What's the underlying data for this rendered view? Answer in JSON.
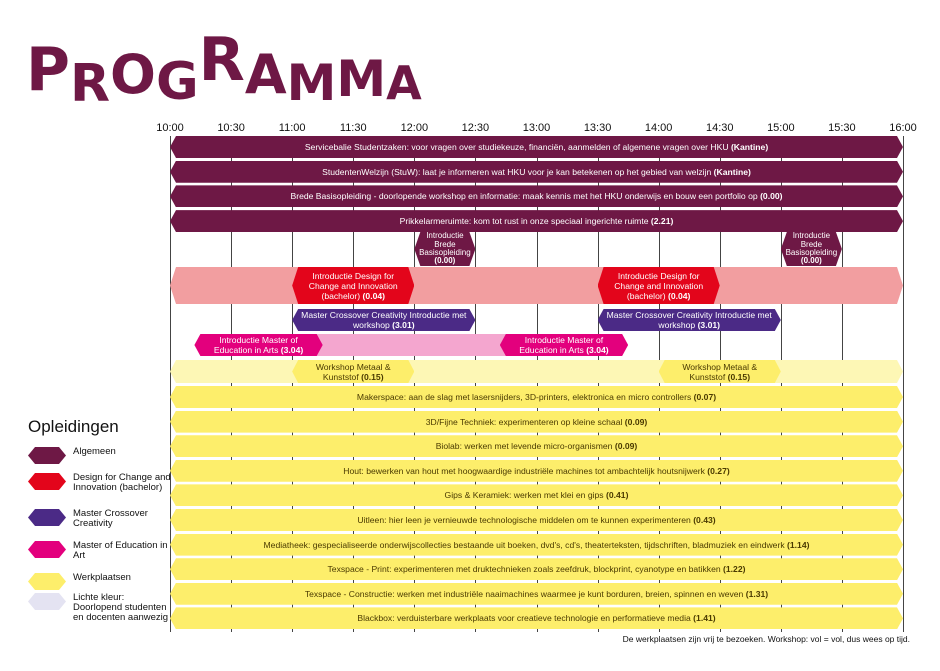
{
  "title": "PROGRAMMA",
  "colors": {
    "algemeen": "#6e1845",
    "design": "#e3051b",
    "design_light": "#f29ea0",
    "crossover": "#4b2a86",
    "education": "#e3007d",
    "education_light": "#f4a6cf",
    "werkplaats": "#fdee6b",
    "werkplaats_light": "#fdf7b5",
    "lichte": "#e4e3f2"
  },
  "times": [
    "10:00",
    "10:30",
    "11:00",
    "11:30",
    "12:00",
    "12:30",
    "13:00",
    "13:30",
    "14:00",
    "14:30",
    "15:00",
    "15:30",
    "16:00"
  ],
  "rows": [
    {
      "text": "Servicebalie Studentzaken: voor vragen over studiekeuze, financiën, aanmelden of algemene vragen over HKU",
      "loc": "(Kantine)"
    },
    {
      "text": "StudentenWelzijn (StuW): laat je informeren wat HKU voor je kan betekenen op het gebied van welzijn",
      "loc": "(Kantine)"
    },
    {
      "text": "Brede Basisopleiding - doorlopende workshop en informatie: maak kennis met het HKU onderwijs en bouw een portfolio op",
      "loc": "(0.00)"
    },
    {
      "text": "Prikkelarmeruimte: kom tot rust in onze speciaal ingerichte ruimte",
      "loc": "(2.21)"
    }
  ],
  "sessions": [
    {
      "text": "Introductie Brede Basisopleiding",
      "loc": "(0.00)",
      "start": 12.0,
      "end": 12.5,
      "row": "brede",
      "type": "algemeen"
    },
    {
      "text": "Introductie Brede Basisopleiding",
      "loc": "(0.00)",
      "start": 15.0,
      "end": 15.5,
      "row": "brede",
      "type": "algemeen"
    },
    {
      "text": "Introductie Design for Change and Innovation (bachelor)",
      "loc": "(0.04)",
      "start": 11.0,
      "end": 12.0,
      "row": "design",
      "type": "design"
    },
    {
      "text": "Introductie Design for Change and Innovation (bachelor)",
      "loc": "(0.04)",
      "start": 13.5,
      "end": 14.5,
      "row": "design",
      "type": "design"
    },
    {
      "text": "Master Crossover Creativity Introductie met workshop",
      "loc": "(3.01)",
      "start": 11.0,
      "end": 12.5,
      "row": "crossover",
      "type": "crossover"
    },
    {
      "text": "Master Crossover Creativity Introductie met workshop",
      "loc": "(3.01)",
      "start": 13.5,
      "end": 15.0,
      "row": "crossover",
      "type": "crossover"
    },
    {
      "text": "Introductie Master of Education in Arts",
      "loc": "(3.04)",
      "start": 10.2,
      "end": 11.25,
      "row": "education",
      "type": "education"
    },
    {
      "text": "Introductie Master of Education in Arts",
      "loc": "(3.04)",
      "start": 12.7,
      "end": 13.75,
      "row": "education",
      "type": "education"
    },
    {
      "text": "Workshop Metaal & Kunststof",
      "loc": "(0.15)",
      "start": 11.0,
      "end": 12.0,
      "row": "metaal",
      "type": "werkplaats"
    },
    {
      "text": "Workshop Metaal & Kunststof",
      "loc": "(0.15)",
      "start": 14.0,
      "end": 15.0,
      "row": "metaal",
      "type": "werkplaats"
    }
  ],
  "werkplaatsen": [
    {
      "text": "Makerspace: aan de slag met lasersnijders, 3D-printers, elektronica en micro controllers",
      "loc": "(0.07)"
    },
    {
      "text": "3D/Fijne Techniek: experimenteren op kleine schaal",
      "loc": "(0.09)"
    },
    {
      "text": "Biolab: werken met levende micro-organismen",
      "loc": "(0.09)"
    },
    {
      "text": "Hout: bewerken van hout met hoogwaardige industriële machines tot ambachtelijk houtsnijwerk",
      "loc": "(0.27)"
    },
    {
      "text": "Gips & Keramiek: werken met klei en gips",
      "loc": "(0.41)"
    },
    {
      "text": "Uitleen: hier leen je vernieuwde technologische middelen om te kunnen experimenteren",
      "loc": "(0.43)"
    },
    {
      "text": "Mediatheek: gespecialiseerde onderwijscollecties bestaande uit boeken, dvd's, cd's, theaterteksten, tijdschriften, bladmuziek en eindwerk",
      "loc": "(1.14)"
    },
    {
      "text": "Texspace - Print: experimenteren met druktechnieken zoals zeefdruk, blockprint, cyanotype en batikken",
      "loc": "(1.22)"
    },
    {
      "text": "Texspace - Constructie: werken met industriële naaimachines waarmee je kunt borduren, breien, spinnen en weven",
      "loc": "(1.31)"
    },
    {
      "text": "Blackbox: verduisterbare werkplaats voor creatieve technologie en performatieve media",
      "loc": "(1.41)"
    }
  ],
  "legend": {
    "title": "Opleidingen",
    "items": [
      {
        "label": "Algemeen",
        "type": "algemeen"
      },
      {
        "label": "Design for Change and Innovation (bachelor)",
        "type": "design"
      },
      {
        "label": "Master Crossover Creativity",
        "type": "crossover"
      },
      {
        "label": "Master of Education in Art",
        "type": "education"
      },
      {
        "label": "Werkplaatsen",
        "type": "werkplaats"
      },
      {
        "label": "Lichte kleur: Doorlopend studenten en docenten aanwezig",
        "type": "lichte"
      }
    ]
  },
  "footer": "De werkplaatsen zijn vrij te bezoeken. Workshop: vol = vol, dus wees op tijd."
}
